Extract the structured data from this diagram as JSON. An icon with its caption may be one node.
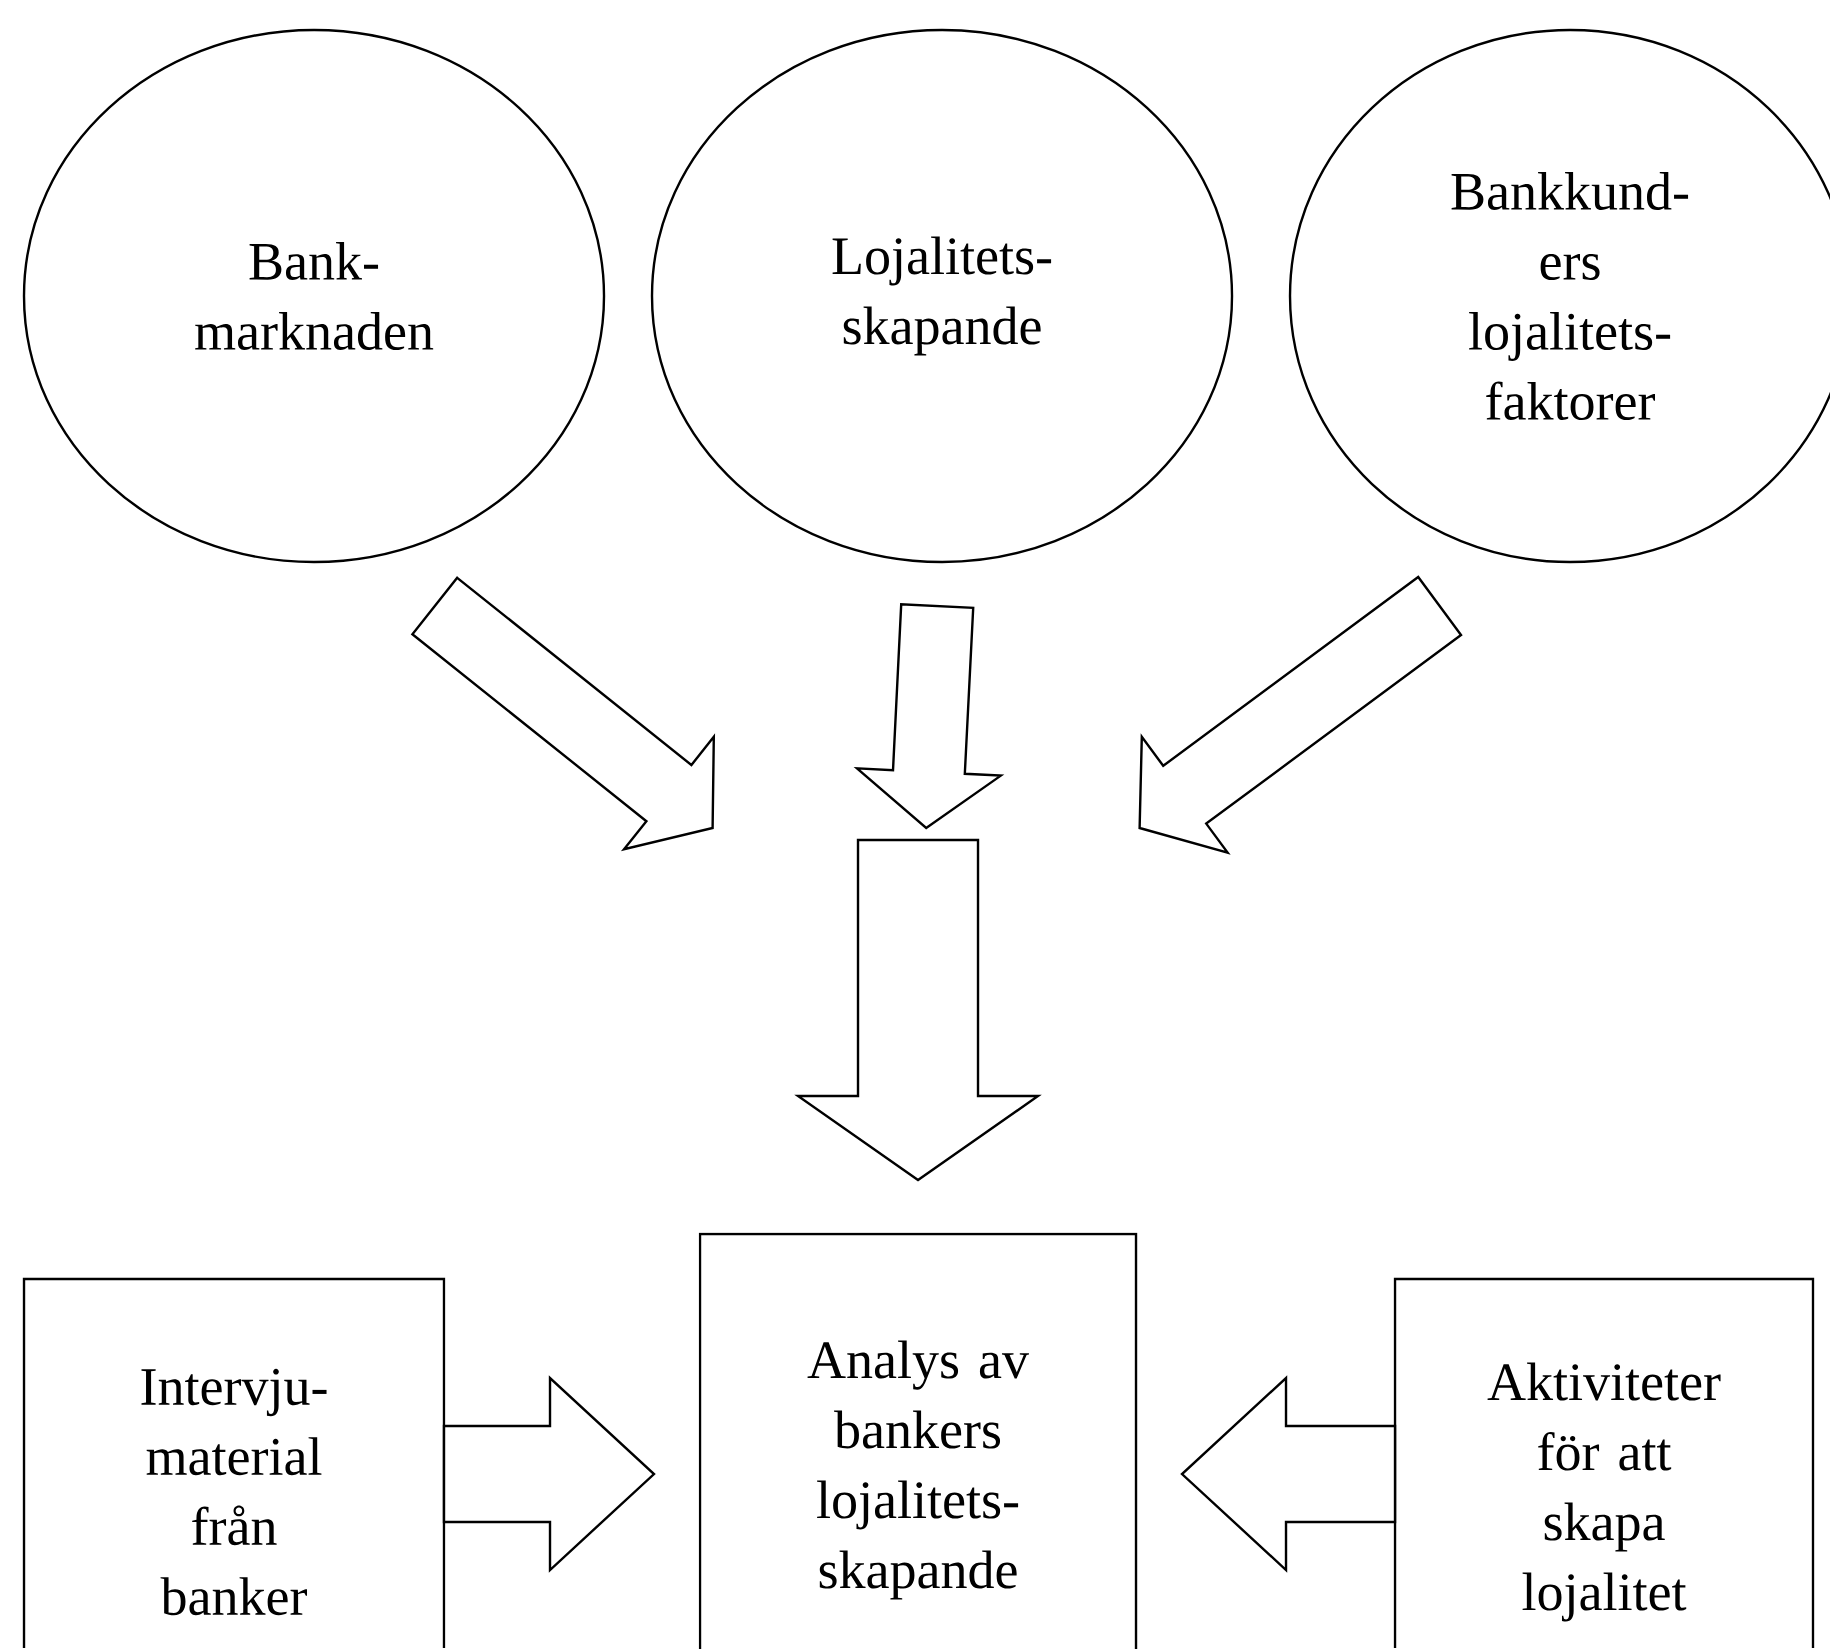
{
  "diagram": {
    "nodes": [
      {
        "text": [
          "Bank- marknaden"
        ]
      },
      {
        "text": [
          "Lojalitets- skapande"
        ]
      },
      {
        "text": [
          "Bankkund- ers lojalitets- faktorer"
        ]
      },
      {
        "text": [],
        "shape": "arrow"
      },
      {
        "text": [
          "Intervju- material från banker"
        ]
      },
      {
        "text": [
          "Analys av bankers lojalitets- skapande"
        ]
      },
      {
        "text": [
          "Aktiviteter för att skapa lojalitet"
        ]
      }
    ],
    "edges": [
      {
        "from": 0,
        "to": 3,
        "arrow": "to"
      },
      {
        "from": 1,
        "to": 3,
        "arrow": "to"
      },
      {
        "from": 2,
        "to": 3,
        "arrow": "to"
      },
      {
        "from": 4,
        "to": 5,
        "arrow": "to"
      },
      {
        "from": 6,
        "to": 5,
        "arrow": "to"
      }
    ]
  }
}
